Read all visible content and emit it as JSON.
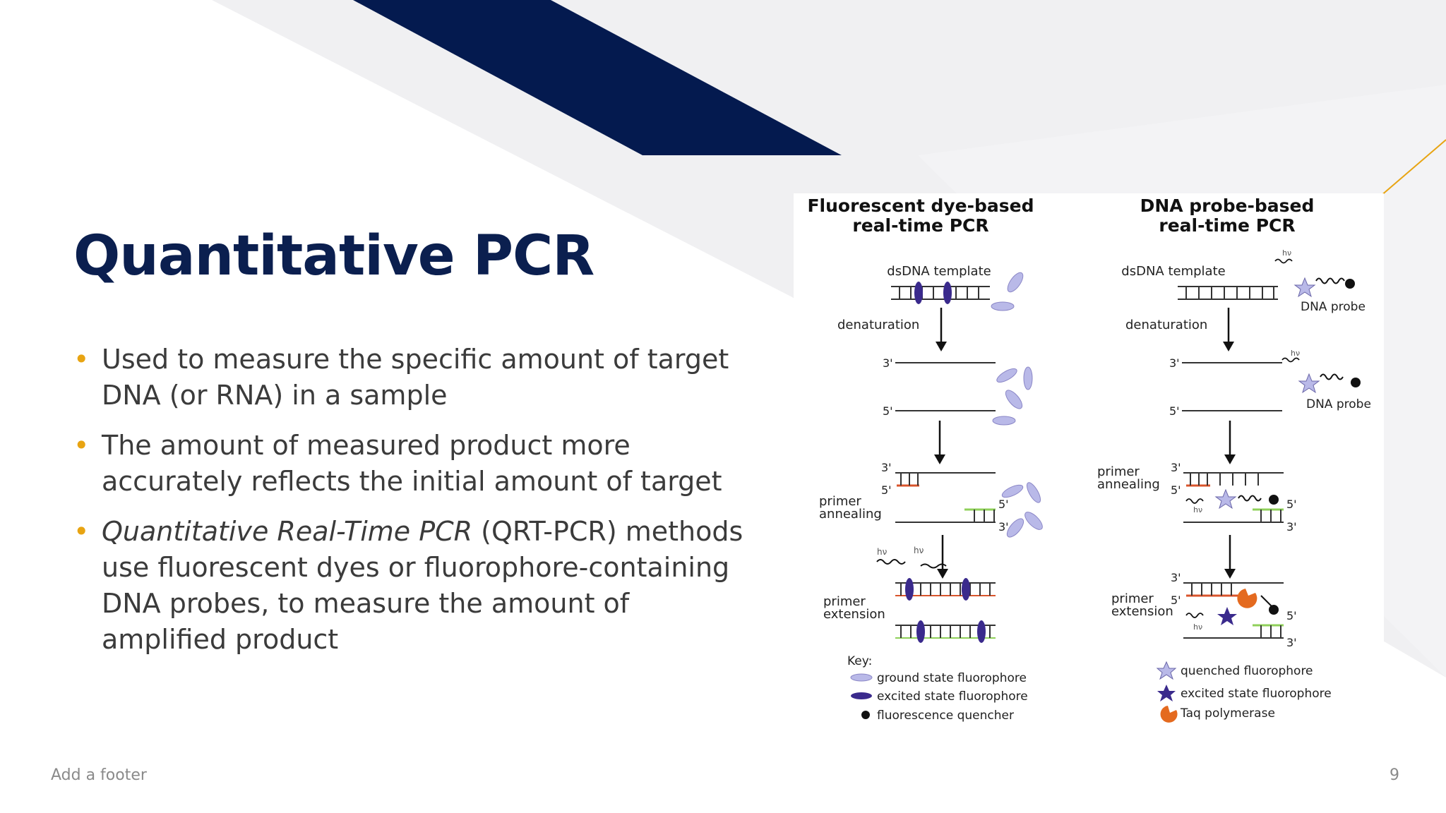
{
  "slide": {
    "title": "Quantitative PCR",
    "bullets": [
      {
        "text": "Used to measure the specific amount of target DNA (or RNA) in a sample"
      },
      {
        "text": "The amount of measured product more accurately reflects the initial amount of target"
      },
      {
        "italic": "Quantitative Real-Time PCR",
        "text": " (QRT-PCR) methods use fluorescent dyes or fluorophore-containing DNA probes, to measure the amount of amplified product"
      }
    ],
    "footer": "Add a footer",
    "page_number": "9"
  },
  "figure": {
    "left_title_1": "Fluorescent dye-based",
    "left_title_2": "real-time PCR",
    "right_title_1": "DNA probe-based",
    "right_title_2": "real-time PCR",
    "dsdna_template": "dsDNA template",
    "denaturation": "denaturation",
    "primer": "primer",
    "annealing": "annealing",
    "extension": "extension",
    "three_prime": "3'",
    "five_prime": "5'",
    "dna_probe": "DNA probe",
    "hv": "hν",
    "key_label": "Key:",
    "key_ground": "ground state fluorophore",
    "key_excited": "excited state fluorophore",
    "key_quencher": "fluorescence quencher",
    "key_quenched": "quenched fluorophore",
    "key_excited_star": "excited state fluorophore",
    "key_taq": "Taq polymerase",
    "colors": {
      "navy": "#0b1f4f",
      "gold": "#e8a412",
      "fluor_ground": "#b9b9e8",
      "fluor_excited": "#3a2a8c",
      "primer_red": "#d9542b",
      "primer_green": "#8fd05a",
      "taq": "#e46a1f"
    }
  }
}
